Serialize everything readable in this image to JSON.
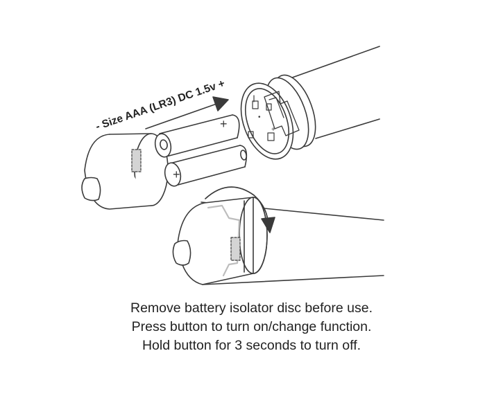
{
  "diagram": {
    "battery_label": "- Size AAA (LR3) DC 1.5v +",
    "battery_upper_plus": "+",
    "battery_lower_plus": "+",
    "colors": {
      "line": "#3a3a3a",
      "body_fill": "#ffffff",
      "isolator_fill": "#d4d4d4",
      "shadow_line": "#bdbdbd"
    },
    "icons": [
      "arrow-right-icon",
      "rotate-arrow-icon",
      "button-icon"
    ]
  },
  "instructions": {
    "line1": "Remove battery isolator disc before use.",
    "line2": "Press button to turn on/change function.",
    "line3": "Hold button for 3 seconds to turn off."
  }
}
